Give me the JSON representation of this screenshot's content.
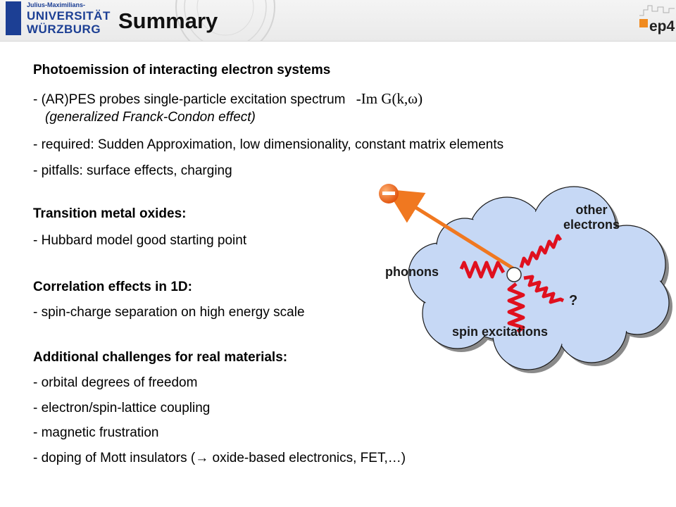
{
  "header": {
    "logo_small": "Julius-Maximilians-",
    "logo_line1": "UNIVERSITÄT",
    "logo_line2": "WÜRZBURG",
    "title": "Summary",
    "badge": "ep4",
    "badge_color": "#f08a1f"
  },
  "sections": {
    "photoemission": {
      "heading": "Photoemission of interacting electron systems",
      "line1_text": "- (AR)PES probes single-particle excitation spectrum",
      "line1_math": "-Im G(k,ω)",
      "line1_note": "(generalized Franck-Condon effect)",
      "line2": "- required: Sudden Approximation, low dimensionality, constant matrix elements",
      "line3": "- pitfalls: surface effects, charging"
    },
    "tmo": {
      "heading": "Transition metal oxides:",
      "line1": "- Hubbard model good starting point"
    },
    "corr": {
      "heading": "Correlation effects in 1D:",
      "line1": "- spin-charge separation on high energy scale"
    },
    "challenges": {
      "heading": "Additional challenges for real materials:",
      "items": [
        "- orbital degrees of freedom",
        "- electron/spin-lattice coupling",
        "- magnetic frustration",
        "- doping of Mott insulators (→ oxide-based electronics, FET,…)"
      ]
    }
  },
  "diagram": {
    "other_line1": "other",
    "other_line2": "electrons",
    "phonons": "phonons",
    "spin": "spin excitations",
    "question": "?",
    "cloud_color": "#c6d8f5",
    "arrow_color": "#f07820",
    "wave_color": "#e0101e"
  }
}
